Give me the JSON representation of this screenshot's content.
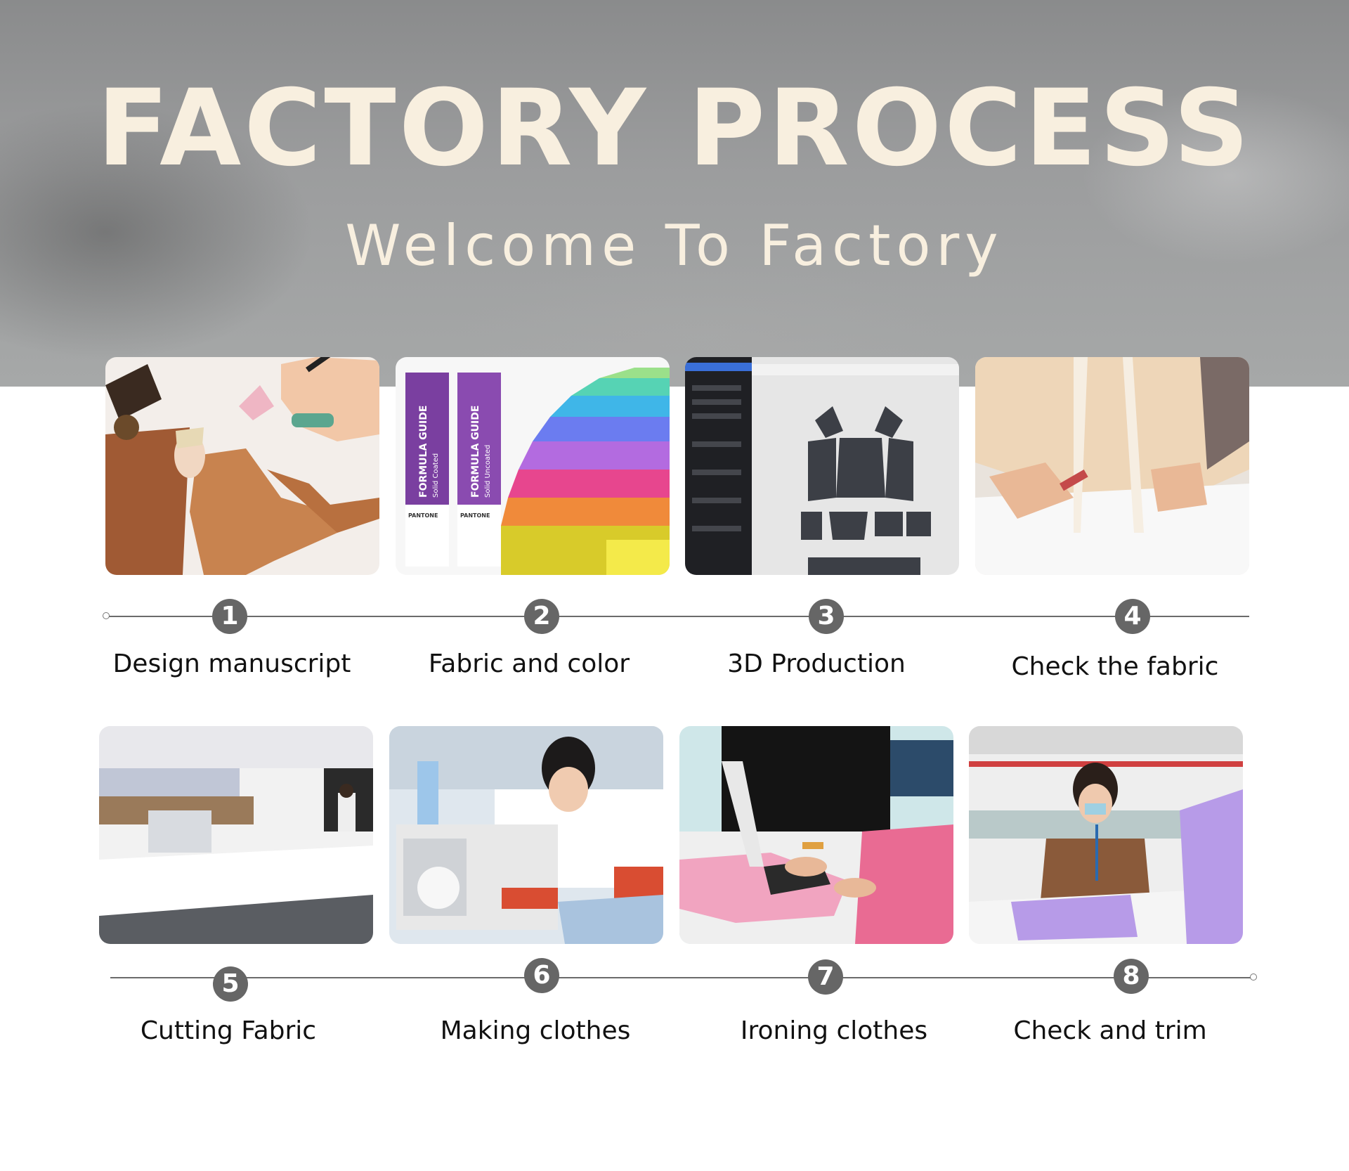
{
  "header": {
    "title": "FACTORY PROCESS",
    "subtitle": "Welcome To Factory"
  },
  "steps": [
    {
      "number": "1",
      "label": "Design manuscript",
      "image": "fashion-sketch-image"
    },
    {
      "number": "2",
      "label": "Fabric and color",
      "image": "pantone-color-guide-image"
    },
    {
      "number": "3",
      "label": "3D Production",
      "image": "pattern-software-image"
    },
    {
      "number": "4",
      "label": "Check the fabric",
      "image": "measuring-tape-image"
    },
    {
      "number": "5",
      "label": "Cutting Fabric",
      "image": "cutting-machine-image"
    },
    {
      "number": "6",
      "label": "Making clothes",
      "image": "sewing-machine-image"
    },
    {
      "number": "7",
      "label": "Ironing clothes",
      "image": "ironing-image"
    },
    {
      "number": "8",
      "label": "Check and trim",
      "image": "quality-check-image"
    }
  ],
  "image_text": {
    "pantone_guide_1": "FORMULA GUIDE",
    "pantone_guide_1_sub": "Solid Coated",
    "pantone_guide_2": "FORMULA GUIDE",
    "pantone_guide_2_sub": "Solid Uncoated",
    "pantone_brand": "PANTONE"
  },
  "colors": {
    "title_cream": "#f8efdf",
    "step_circle": "#666666",
    "line": "#6b6b6b",
    "label_text": "#111111"
  }
}
